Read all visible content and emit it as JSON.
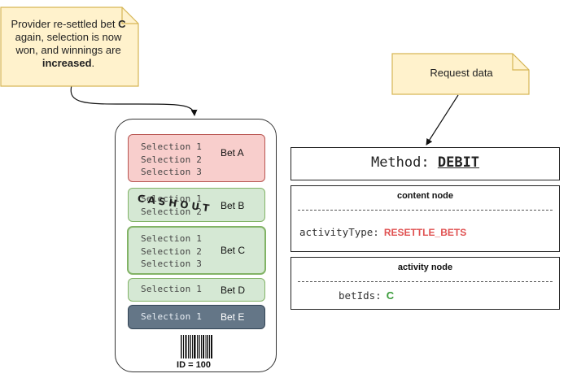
{
  "notes": {
    "provider": {
      "parts": [
        "Provider re-settled bet ",
        "C",
        " again, selection is now won, and winnings are ",
        "increased",
        "."
      ]
    },
    "request": {
      "text": "Request data"
    }
  },
  "ticket": {
    "bets": [
      {
        "label": "Bet A",
        "letter": "A",
        "selections": [
          "Selection 1",
          "Selection 2",
          "Selection 3"
        ],
        "status": "lost",
        "color": "#f8cecc"
      },
      {
        "label": "Bet B",
        "letter": "B",
        "selections": [
          "Selection 1",
          "Selection 2"
        ],
        "status": "cashout",
        "color": "#d5e8d4",
        "stamp": "CASHOUT"
      },
      {
        "label": "Bet C",
        "letter": "C",
        "selections": [
          "Selection 1",
          "Selection 2",
          "Selection 3"
        ],
        "status": "won",
        "color": "#d5e8d4",
        "highlighted": true
      },
      {
        "label": "Bet D",
        "letter": "D",
        "selections": [
          "Selection 1"
        ],
        "status": "won",
        "color": "#d5e8d4"
      },
      {
        "label": "Bet E",
        "letter": "E",
        "selections": [
          "Selection 1"
        ],
        "status": "open",
        "color": "#647687"
      }
    ],
    "id_label": "ID = 100"
  },
  "request": {
    "method_key": "Method:",
    "method_value": "DEBIT",
    "content_node": {
      "title": "content node",
      "field_key": "activityType:",
      "field_value": "RESETTLE_BETS",
      "value_color": "#e05252"
    },
    "activity_node": {
      "title": "activity node",
      "field_key": "betIds:",
      "field_value": "C",
      "value_color": "#3a9b3a"
    }
  },
  "colors": {
    "note_fill": "#fff2cc",
    "note_stroke": "#d6b656",
    "lost_fill": "#f8cecc",
    "won_fill": "#d5e8d4",
    "open_fill": "#647687"
  }
}
